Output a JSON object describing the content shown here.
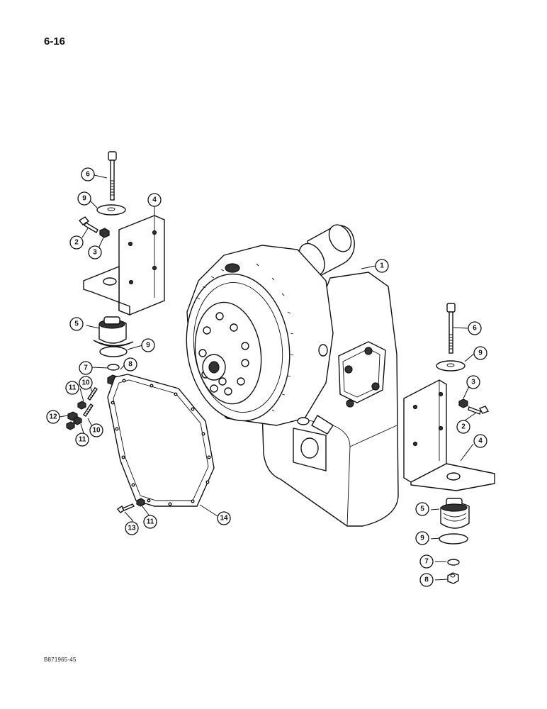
{
  "page_number": "6-16",
  "reference_code": "B871965-45",
  "callouts": [
    {
      "id": "c1",
      "label": "1"
    },
    {
      "id": "c2a",
      "label": "2"
    },
    {
      "id": "c2b",
      "label": "2"
    },
    {
      "id": "c3a",
      "label": "3"
    },
    {
      "id": "c3b",
      "label": "3"
    },
    {
      "id": "c4a",
      "label": "4"
    },
    {
      "id": "c4b",
      "label": "4"
    },
    {
      "id": "c5a",
      "label": "5"
    },
    {
      "id": "c5b",
      "label": "5"
    },
    {
      "id": "c6a",
      "label": "6"
    },
    {
      "id": "c6b",
      "label": "6"
    },
    {
      "id": "c7a",
      "label": "7"
    },
    {
      "id": "c7b",
      "label": "7"
    },
    {
      "id": "c8a",
      "label": "8"
    },
    {
      "id": "c8b",
      "label": "8"
    },
    {
      "id": "c9a",
      "label": "9"
    },
    {
      "id": "c9b",
      "label": "9"
    },
    {
      "id": "c9c",
      "label": "9"
    },
    {
      "id": "c9d",
      "label": "9"
    },
    {
      "id": "c10a",
      "label": "10"
    },
    {
      "id": "c10b",
      "label": "10"
    },
    {
      "id": "c11a",
      "label": "11"
    },
    {
      "id": "c11b",
      "label": "11"
    },
    {
      "id": "c11c",
      "label": "11"
    },
    {
      "id": "c12",
      "label": "12"
    },
    {
      "id": "c13",
      "label": "13"
    },
    {
      "id": "c14",
      "label": "14"
    }
  ]
}
